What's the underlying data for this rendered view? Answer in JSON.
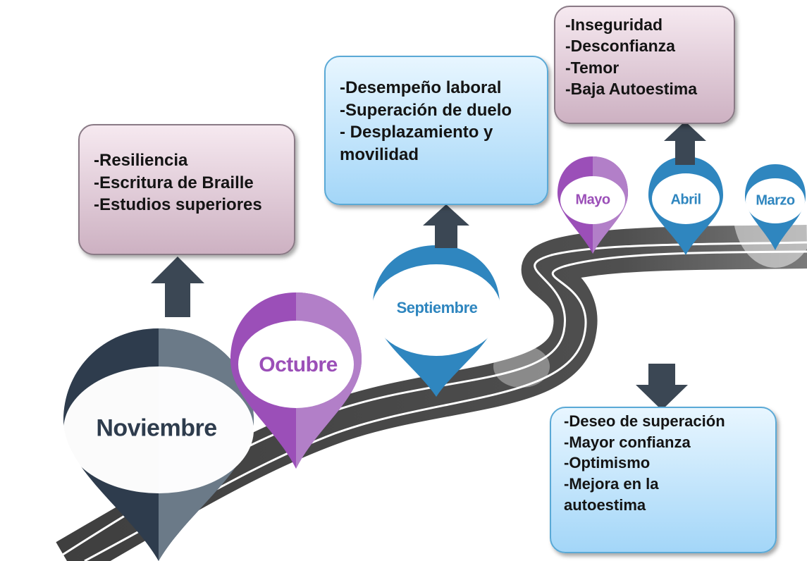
{
  "months": {
    "noviembre": "Noviembre",
    "octubre": "Octubre",
    "septiembre": "Septiembre",
    "mayo": "Mayo",
    "abril": "Abril",
    "marzo": "Marzo"
  },
  "boxes": {
    "noviembre": [
      "-Resiliencia",
      "-Escritura de Braille",
      "-Estudios superiores"
    ],
    "septiembre": [
      "-Desempeño laboral",
      "-Superación de duelo",
      "- Desplazamiento y",
      "movilidad"
    ],
    "abril": [
      "-Inseguridad",
      "-Desconfianza",
      "-Temor",
      "-Baja Autoestima"
    ],
    "final": [
      "-Deseo de superación",
      "-Mayor confianza",
      "-Optimismo",
      "-Mejora en la",
      "autoestima"
    ]
  },
  "colors": {
    "road": "#4a4a4a",
    "road_line": "#ffffff",
    "purple": "#9b4fb8",
    "purple_light": "#b27fc8",
    "blue": "#2f86bf",
    "slate": "#2e3c4d",
    "slate_light": "#6b7a88",
    "arrow": "#3b4754"
  }
}
